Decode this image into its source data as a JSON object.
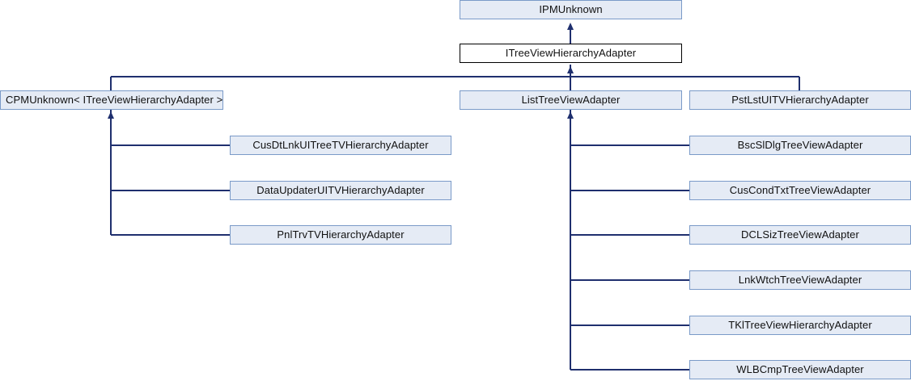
{
  "diagram": {
    "type": "inheritance-graph",
    "title": "ITreeViewHierarchyAdapter inheritance diagram",
    "colors": {
      "node_fill": "#e5ebf5",
      "node_border": "#7a9ac8",
      "current_fill": "#ffffff",
      "current_border": "#000000",
      "edge": "#1f2f6e",
      "background": "#ffffff"
    },
    "nodes": {
      "ipmunknown": {
        "label": "IPMUnknown"
      },
      "itreeviewhierarchyadapter": {
        "label": "ITreeViewHierarchyAdapter"
      },
      "cpmunknown": {
        "label": "CPMUnknown< ITreeViewHierarchyAdapter >"
      },
      "listtreeviewadapter": {
        "label": "ListTreeViewAdapter"
      },
      "pstlstuitvhierarchyadapter": {
        "label": "PstLstUITVHierarchyAdapter"
      },
      "cusdtlnkuitreetvhierarchyadapter": {
        "label": "CusDtLnkUITreeTVHierarchyAdapter"
      },
      "dataupdateruitvhierarchyadapter": {
        "label": "DataUpdaterUITVHierarchyAdapter"
      },
      "pnltrvtvhierarchyadapter": {
        "label": "PnlTrvTVHierarchyAdapter"
      },
      "bscsldlgtreeviewadapter": {
        "label": "BscSlDlgTreeViewAdapter"
      },
      "cuscondtxttreeviewadapter": {
        "label": "CusCondTxtTreeViewAdapter"
      },
      "dclsiztreeviewadapter": {
        "label": "DCLSizTreeViewAdapter"
      },
      "lnkwtchtreeviewadapter": {
        "label": "LnkWtchTreeViewAdapter"
      },
      "tkltreeviewhierarchyadapter": {
        "label": "TKlTreeViewHierarchyAdapter"
      },
      "wlbcmptreeviewadapter": {
        "label": "WLBCmpTreeViewAdapter"
      }
    }
  }
}
